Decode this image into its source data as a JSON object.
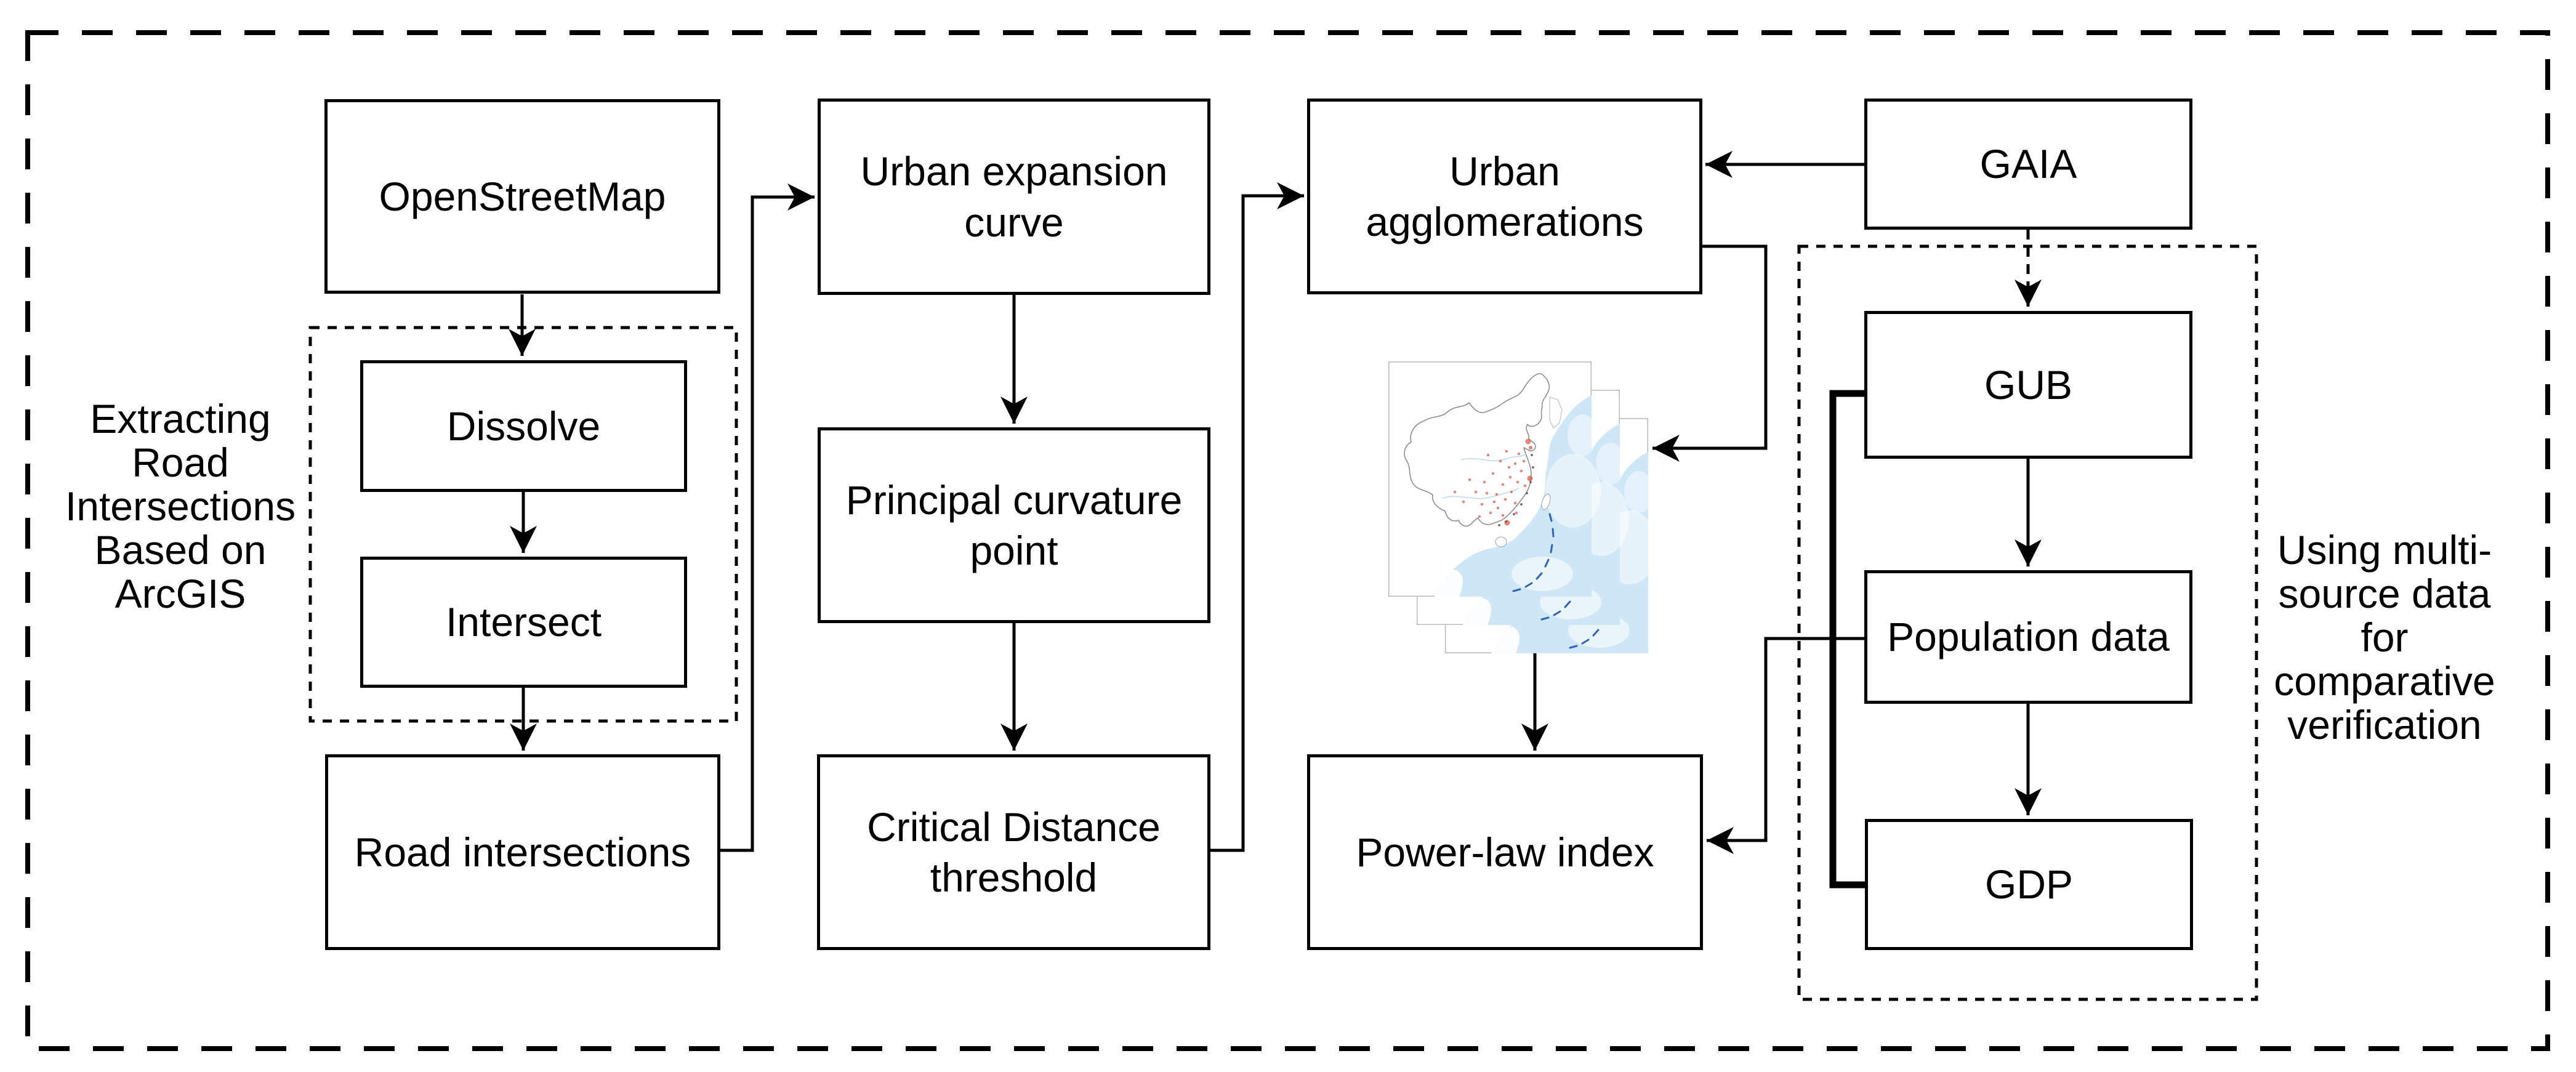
{
  "figure": {
    "type": "methodology-flowchart",
    "boxes": {
      "osm": {
        "label": "OpenStreetMap"
      },
      "dissolve": {
        "label": "Dissolve"
      },
      "intersect": {
        "label": "Intersect"
      },
      "road_intersections": {
        "label": "Road intersections"
      },
      "urban_expansion_curve": {
        "label": "Urban expansion\ncurve"
      },
      "principal_curvature_point": {
        "label": "Principal curvature\npoint"
      },
      "critical_distance_threshold": {
        "label": "Critical Distance\nthreshold"
      },
      "urban_agglomerations": {
        "label": "Urban\nagglomerations"
      },
      "gaia": {
        "label": "GAIA"
      },
      "gub": {
        "label": "GUB"
      },
      "population_data": {
        "label": "Population data"
      },
      "gdp": {
        "label": "GDP"
      },
      "power_law_index": {
        "label": "Power-law index"
      }
    },
    "group_labels": {
      "left": "Extracting\nRoad\nIntersections\nBased on\nArcGIS",
      "right": "Using multi-\nsource data\nfor\ncomparative\nverification"
    },
    "icons": {
      "map_stack": {
        "name": "china-urban-maps-stack-image",
        "panels": 3,
        "ocean_color": "#cfe6f7",
        "land_color": "#ffffff",
        "urban_dot_color": "#d94f43",
        "nine_dash_color": "#2f62b8",
        "panel_border_color": "#b9b9b9"
      }
    },
    "colors": {
      "line": "#000000",
      "box_fill": "#ffffff",
      "background": "#ffffff",
      "text": "#000000"
    }
  }
}
